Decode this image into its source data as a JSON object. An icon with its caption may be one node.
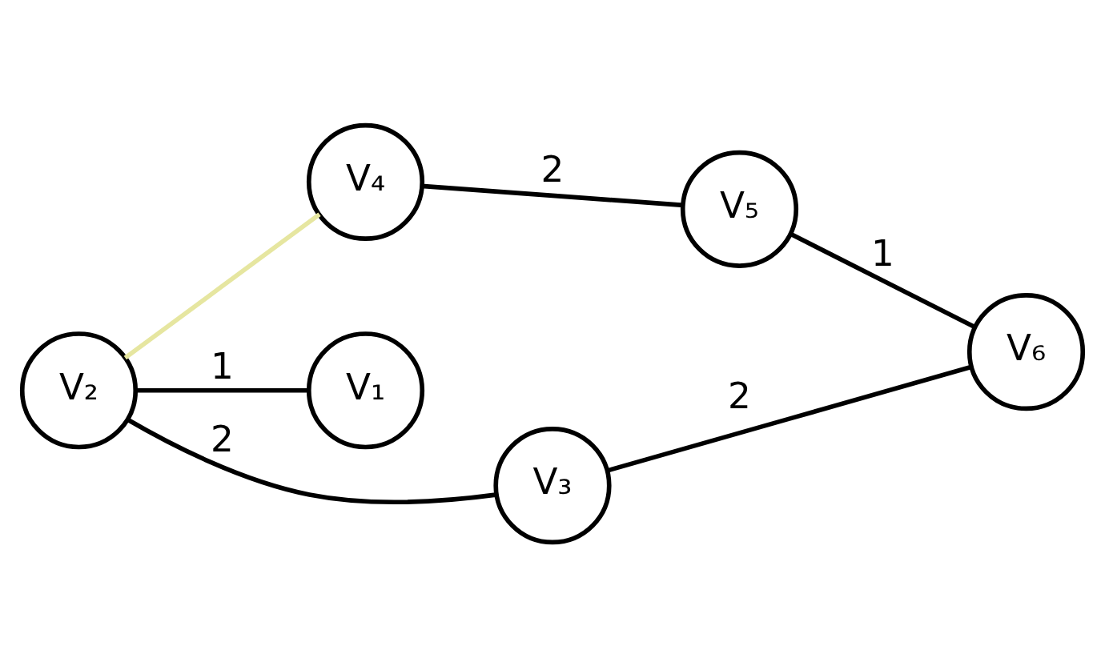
{
  "diagram": {
    "nodes": [
      {
        "text": [
          "V₂"
        ]
      },
      {
        "text": [
          "V₄"
        ]
      },
      {
        "text": [
          "V₁"
        ]
      },
      {
        "text": [
          "V₅"
        ]
      },
      {
        "text": [
          "V₃"
        ]
      },
      {
        "text": [
          "V₆"
        ]
      }
    ],
    "edges": [
      {
        "from": 0,
        "to": 1,
        "arrow": "none",
        "color": "#e6e6a0"
      },
      {
        "from": 0,
        "to": 2,
        "arrow": "none",
        "label": "1"
      },
      {
        "from": 1,
        "to": 3,
        "arrow": "none",
        "label": "2"
      },
      {
        "from": 0,
        "to": 4,
        "arrow": "none",
        "label": "2"
      },
      {
        "from": 3,
        "to": 5,
        "arrow": "none",
        "label": "1"
      },
      {
        "from": 4,
        "to": 5,
        "arrow": "none",
        "label": "2"
      }
    ]
  }
}
